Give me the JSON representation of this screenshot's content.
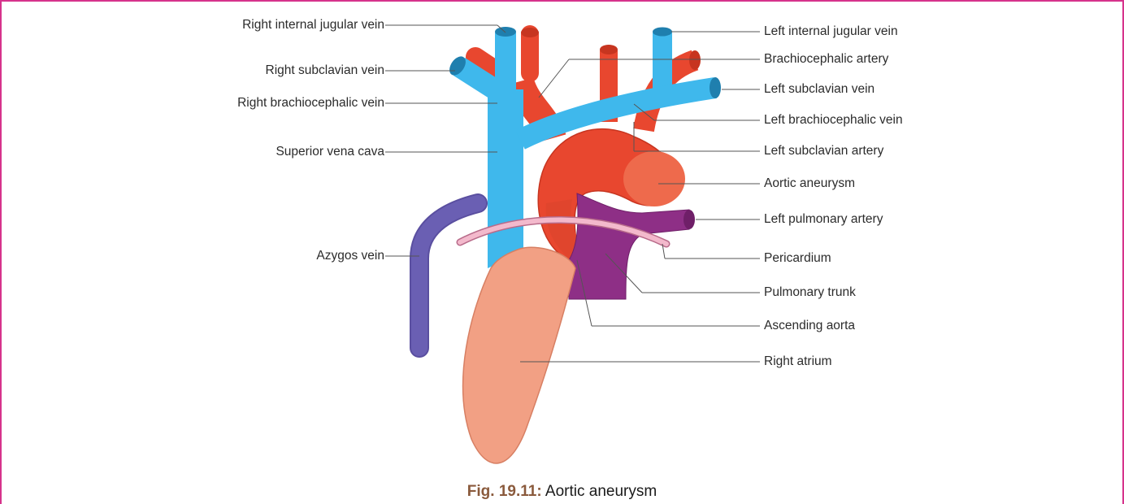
{
  "colors": {
    "vein": "#3fb8ec",
    "artery": "#e8472f",
    "pulmonary": "#8e2f86",
    "azygos": "#6a5fb3",
    "atrium": "#f2a084",
    "pericardium": "#f3b9cc",
    "frame": "#d6338c",
    "caption_number": "#8a5a3c"
  },
  "labels_left": [
    "Right internal jugular vein",
    "Right subclavian vein",
    "Right brachiocephalic vein",
    "Superior vena cava",
    "Azygos vein"
  ],
  "labels_right": [
    "Left internal jugular vein",
    "Brachiocephalic artery",
    "Left subclavian vein",
    "Left brachiocephalic vein",
    "Left subclavian artery",
    "Aortic aneurysm",
    "Left pulmonary artery",
    "Pericardium",
    "Pulmonary trunk",
    "Ascending aorta",
    "Right atrium"
  ],
  "caption": {
    "number": "Fig. 19.11:",
    "title": "Aortic aneurysm"
  }
}
